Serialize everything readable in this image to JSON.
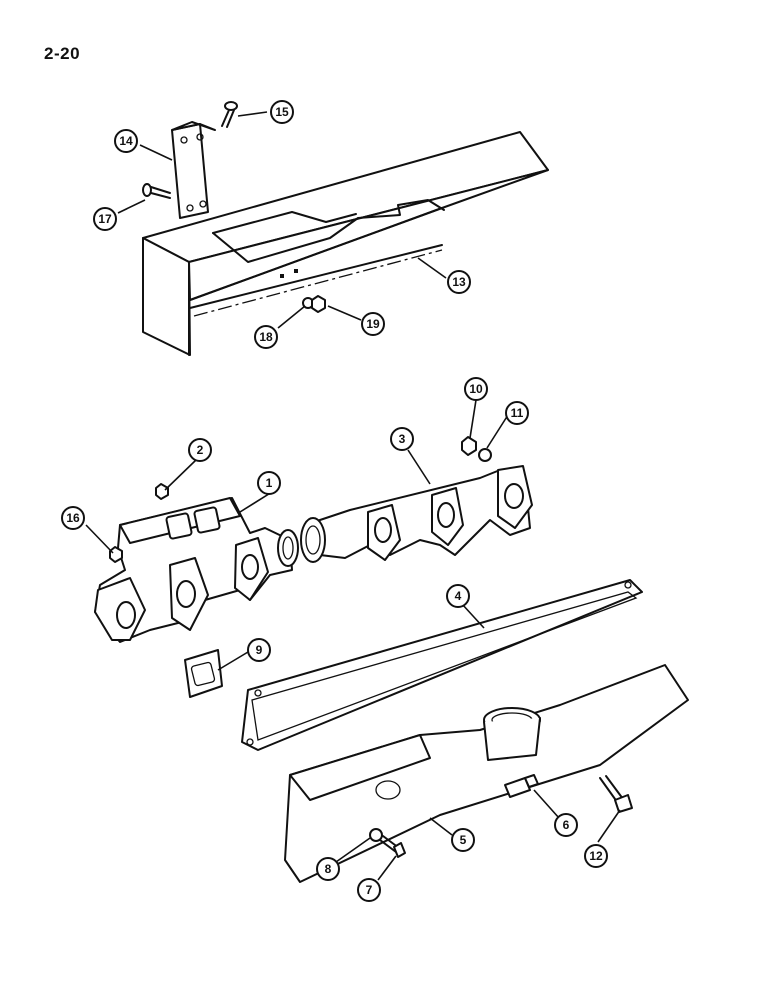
{
  "page_number": "2-20",
  "callouts": [
    {
      "id": "c1",
      "label": "1"
    },
    {
      "id": "c2",
      "label": "2"
    },
    {
      "id": "c3",
      "label": "3"
    },
    {
      "id": "c4",
      "label": "4"
    },
    {
      "id": "c5",
      "label": "5"
    },
    {
      "id": "c6",
      "label": "6"
    },
    {
      "id": "c7",
      "label": "7"
    },
    {
      "id": "c8",
      "label": "8"
    },
    {
      "id": "c9",
      "label": "9"
    },
    {
      "id": "c10",
      "label": "10"
    },
    {
      "id": "c11",
      "label": "11"
    },
    {
      "id": "c12",
      "label": "12"
    },
    {
      "id": "c13",
      "label": "13"
    },
    {
      "id": "c14",
      "label": "14"
    },
    {
      "id": "c15",
      "label": "15"
    },
    {
      "id": "c16",
      "label": "16"
    },
    {
      "id": "c17",
      "label": "17"
    },
    {
      "id": "c18",
      "label": "18"
    },
    {
      "id": "c19",
      "label": "19"
    }
  ]
}
